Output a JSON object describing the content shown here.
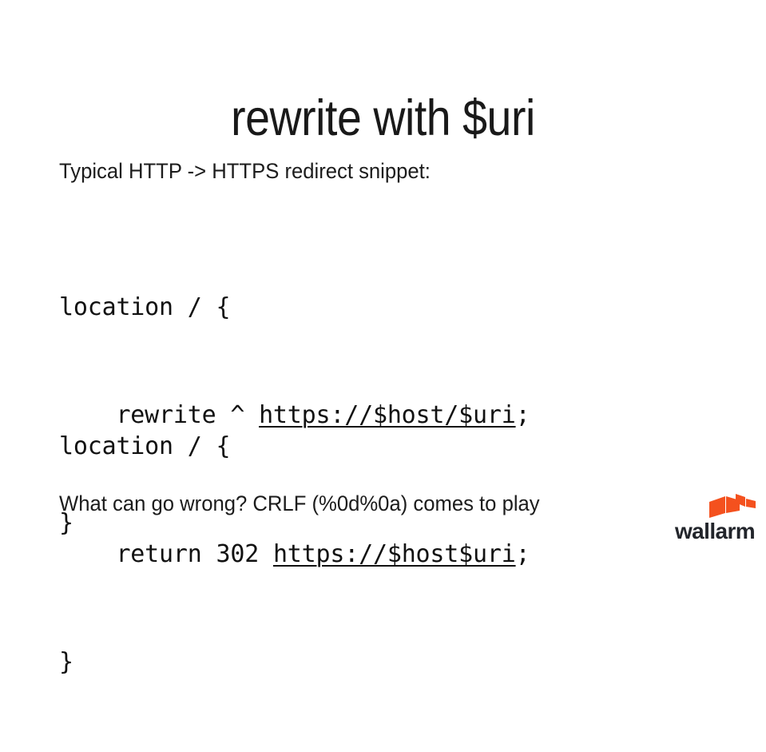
{
  "slide": {
    "title": "rewrite with $uri",
    "intro": "Typical HTTP -> HTTPS redirect snippet:",
    "outro": "What can go wrong? CRLF (%0d%0a) comes to play",
    "background_color": "#ffffff",
    "text_color": "#1a1a1a"
  },
  "code_blocks": [
    {
      "id": "rewrite-snippet",
      "line1": "location / {",
      "line2_prefix": "    rewrite ^ ",
      "line2_url": "https://$host/$uri",
      "line2_suffix": ";",
      "line3": "}"
    },
    {
      "id": "return-snippet",
      "line1": "location / {",
      "line2_prefix": "    return 302 ",
      "line2_url": "https://$host$uri",
      "line2_suffix": ";",
      "line3": "}"
    }
  ],
  "logo": {
    "wordmark": "wallarm",
    "mark_icon": "wallarm-lightning-mark",
    "mark_color": "#F4511E",
    "wordmark_color": "#22252b"
  }
}
